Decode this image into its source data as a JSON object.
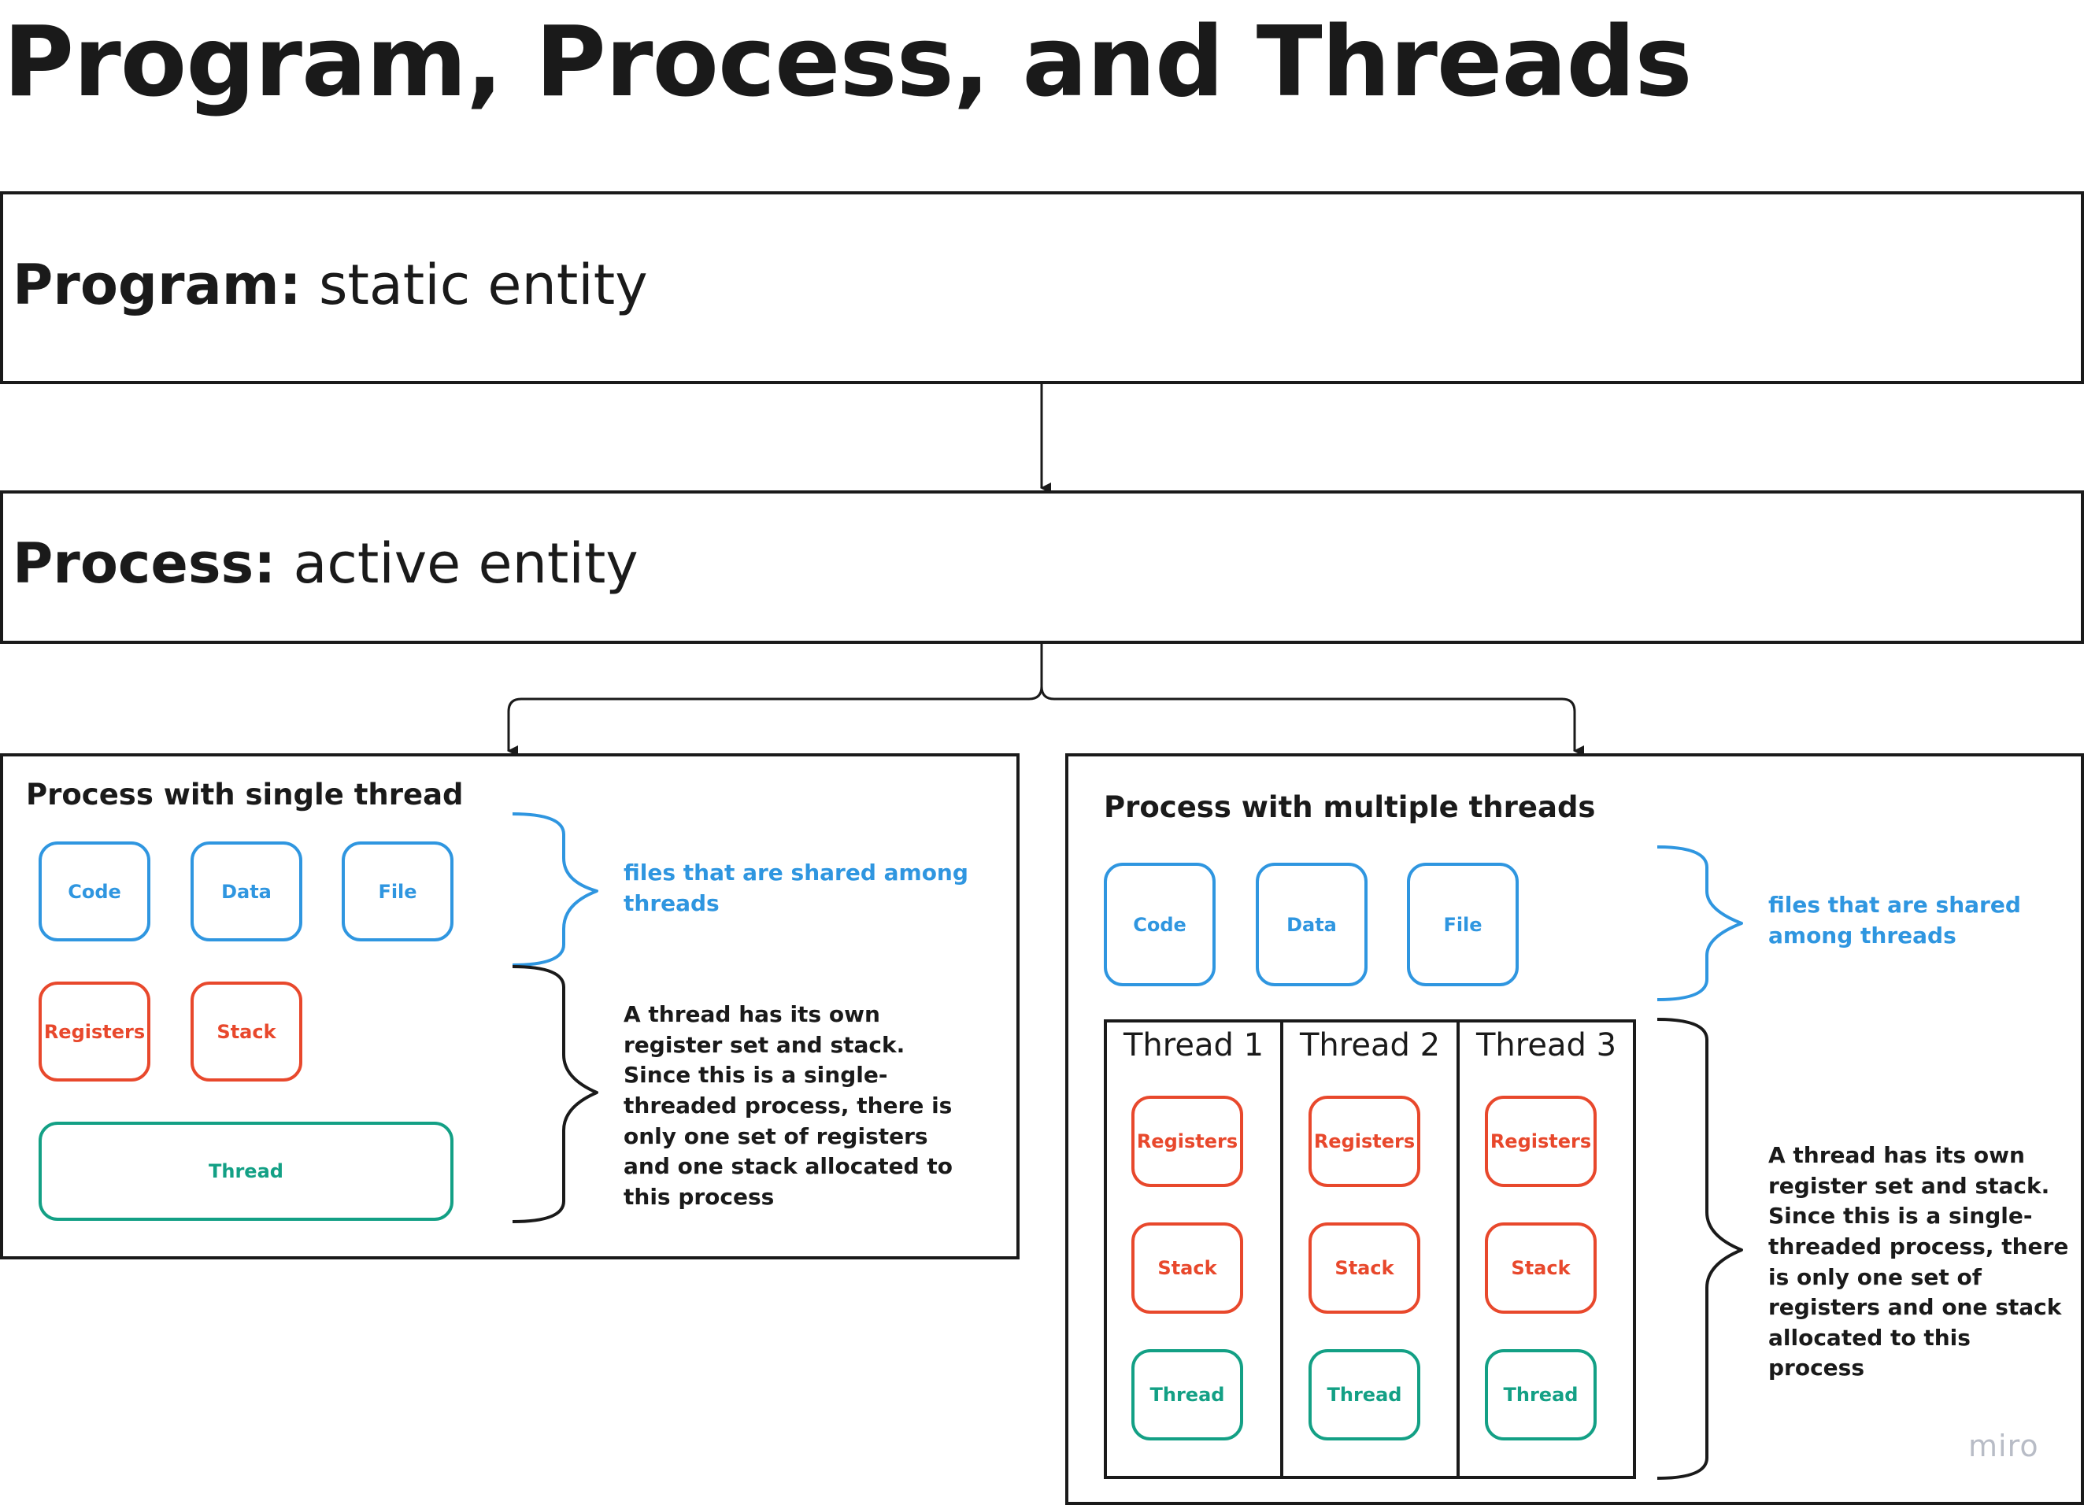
{
  "title": "Program, Process, and Threads",
  "program": {
    "label": "Program:",
    "desc": "static entity"
  },
  "process": {
    "label": "Process:",
    "desc": "active entity"
  },
  "single": {
    "title": "Process with single thread",
    "shared": [
      "Code",
      "Data",
      "File"
    ],
    "own": [
      "Registers",
      "Stack"
    ],
    "thread": "Thread",
    "note_shared": "files that are shared among threads",
    "note_own": "A thread has its own register set and stack. Since this is a single-threaded process, there is only one set of registers and one stack allocated to this process"
  },
  "multi": {
    "title": "Process with multiple threads",
    "shared": [
      "Code",
      "Data",
      "File"
    ],
    "threads": [
      {
        "title": "Thread 1",
        "items": [
          "Registers",
          "Stack",
          "Thread"
        ]
      },
      {
        "title": "Thread 2",
        "items": [
          "Registers",
          "Stack",
          "Thread"
        ]
      },
      {
        "title": "Thread 3",
        "items": [
          "Registers",
          "Stack",
          "Thread"
        ]
      }
    ],
    "note_shared": "files that are shared among threads",
    "note_own": "A thread has its own register set and stack. Since this is a single-threaded process, there is only one set of registers and one stack allocated to this process"
  },
  "colors": {
    "blue": "#2f96e0",
    "red": "#e8482c",
    "green": "#13a085",
    "line": "#1a1a1a"
  },
  "watermark": "miro"
}
